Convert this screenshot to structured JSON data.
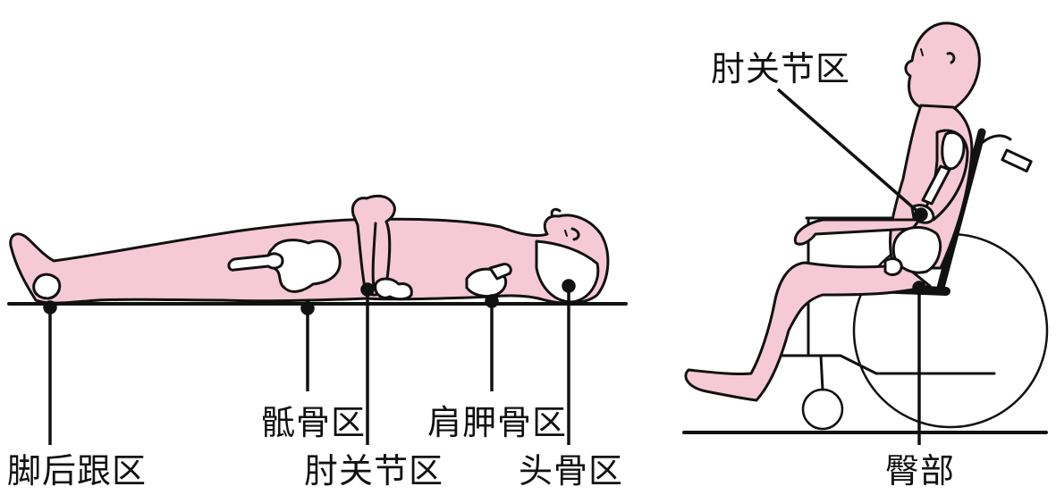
{
  "labels": {
    "heel": "脚后跟区",
    "sacrum": "骶骨区",
    "elbow_lying": "肘关节区",
    "scapula": "肩胛骨区",
    "occiput": "头骨区",
    "elbow_seated": "肘关节区",
    "buttocks": "臀部"
  },
  "colors": {
    "skin": "#f6c9d6",
    "bone": "#ffffff",
    "outline": "#111111"
  }
}
